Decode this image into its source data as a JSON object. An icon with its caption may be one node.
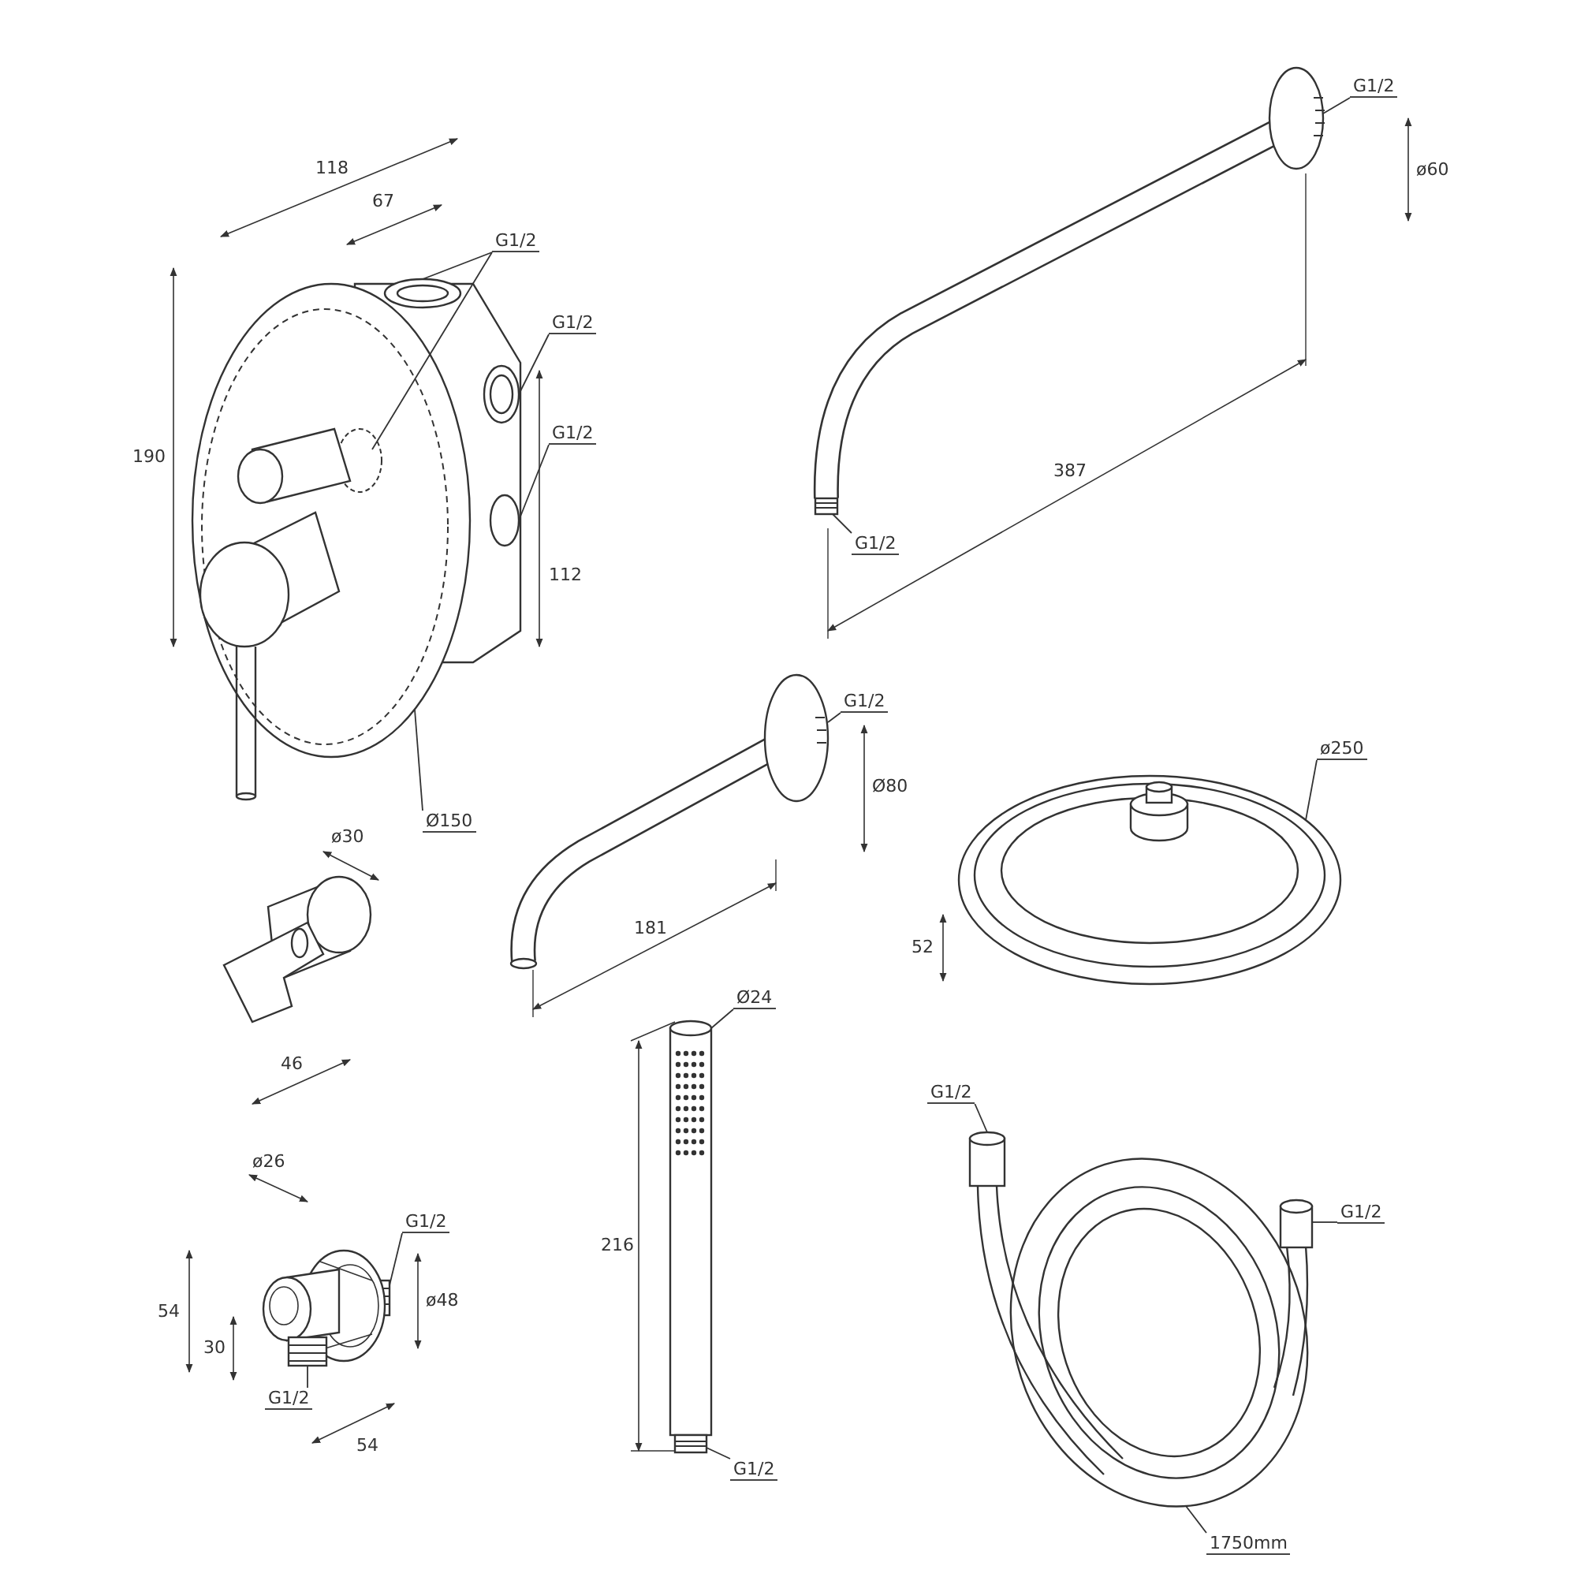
{
  "diagram": {
    "nodes": [
      {
        "text": [],
        "shape": "picture"
      },
      {
        "text": [],
        "shape": "picture"
      },
      {
        "text": [],
        "shape": "picture"
      },
      {
        "text": [],
        "shape": "picture"
      },
      {
        "text": [],
        "shape": "picture"
      },
      {
        "text": [],
        "shape": "picture"
      },
      {
        "text": [],
        "shape": "picture"
      },
      {
        "text": [],
        "shape": "picture"
      },
      {
        "text": [
          "G1/2"
        ]
      },
      {
        "text": [
          "G1/2"
        ]
      },
      {
        "text": [
          "G1/2"
        ]
      },
      {
        "text": [
          "Ø150"
        ]
      },
      {
        "text": [
          "G1/2"
        ]
      },
      {
        "text": [
          "G1/2"
        ]
      },
      {
        "text": [
          "G1/2"
        ]
      },
      {
        "text": [
          "ø250"
        ]
      },
      {
        "text": [
          "G1/2"
        ]
      },
      {
        "text": [
          "G1/2"
        ]
      },
      {
        "text": [
          "Ø24"
        ]
      },
      {
        "text": [
          "G1/2"
        ]
      },
      {
        "text": [
          "G1/2"
        ]
      },
      {
        "text": [
          "G1/2"
        ]
      },
      {
        "text": [
          "1750mm"
        ]
      }
    ],
    "edges": [
      {
        "from": 8,
        "to": 0,
        "arrow": "none"
      },
      {
        "from": 8,
        "to": 0,
        "arrow": "none"
      },
      {
        "from": 9,
        "to": 0,
        "arrow": "none"
      },
      {
        "from": 10,
        "to": 0,
        "arrow": "none"
      },
      {
        "from": 11,
        "to": 0,
        "arrow": "none"
      },
      {
        "from": 12,
        "to": 1,
        "arrow": "none"
      },
      {
        "from": 13,
        "to": 1,
        "arrow": "none"
      },
      {
        "from": 14,
        "to": 2,
        "arrow": "none"
      },
      {
        "from": 15,
        "to": 3,
        "arrow": "none"
      },
      {
        "from": 16,
        "to": 5,
        "arrow": "none"
      },
      {
        "from": 17,
        "to": 5,
        "arrow": "none"
      },
      {
        "from": 18,
        "to": 6,
        "arrow": "none"
      },
      {
        "from": 19,
        "to": 6,
        "arrow": "none"
      },
      {
        "from": 20,
        "to": 7,
        "arrow": "none"
      },
      {
        "from": 21,
        "to": 7,
        "arrow": "none"
      },
      {
        "from": 22,
        "to": 7,
        "arrow": "none"
      }
    ],
    "labels": [
      "118",
      "67",
      "190",
      "112",
      "387",
      "ø60",
      "Ø80",
      "181",
      "52",
      "ø30",
      "46",
      "ø26",
      "54",
      "30",
      "ø48",
      "54",
      "216"
    ]
  }
}
